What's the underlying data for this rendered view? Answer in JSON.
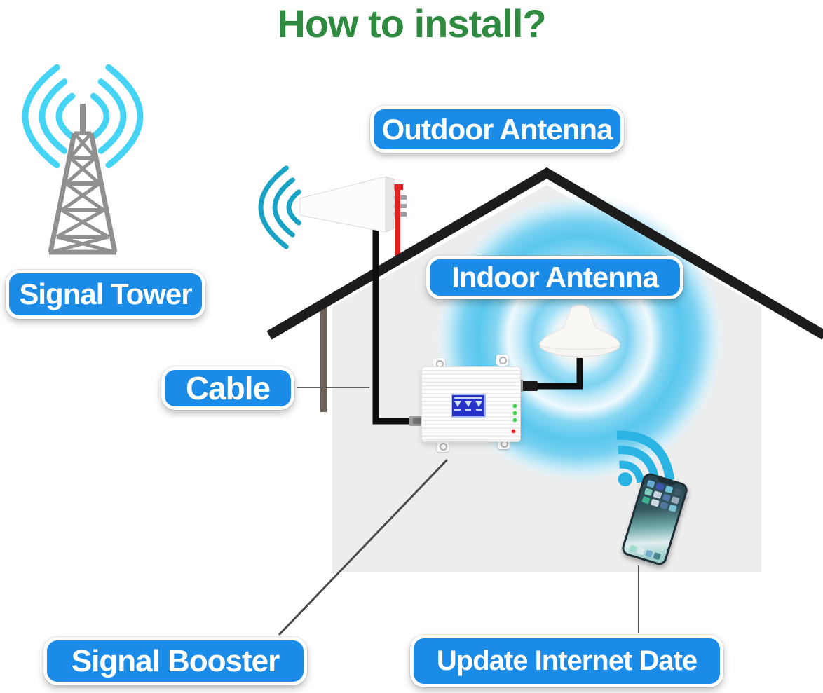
{
  "title": "How to install?",
  "callouts": {
    "signal_tower": "Signal Tower",
    "outdoor_antenna": "Outdoor Antenna",
    "indoor_antenna": "Indoor Antenna",
    "cable": "Cable",
    "signal_booster": "Signal Booster",
    "update_internet_date": "Update Internet Date"
  },
  "icons": {
    "tower": "cell-signal-tower-with-waves",
    "outdoor_antenna": "outdoor-lpda-antenna-on-red-pole",
    "indoor_antenna": "indoor-ceiling-dome-antenna",
    "booster": "signal-booster-repeater-box-with-lcd",
    "phone": "smartphone-receiving-wifi",
    "wifi": "wifi-signal-fan",
    "house": "house-outline-roof"
  },
  "colors": {
    "title-green": "#2d8a3e",
    "label-blue": "#1a8ce8",
    "signal-cyan": "#45d4f5",
    "wave-teal": "#18a2c6",
    "wifi-blue": "#2ab3e3",
    "roof-black": "#1c1c1c",
    "house-gray": "#ededed",
    "tower-gray": "#909090",
    "pole-red": "#e01f1f"
  }
}
